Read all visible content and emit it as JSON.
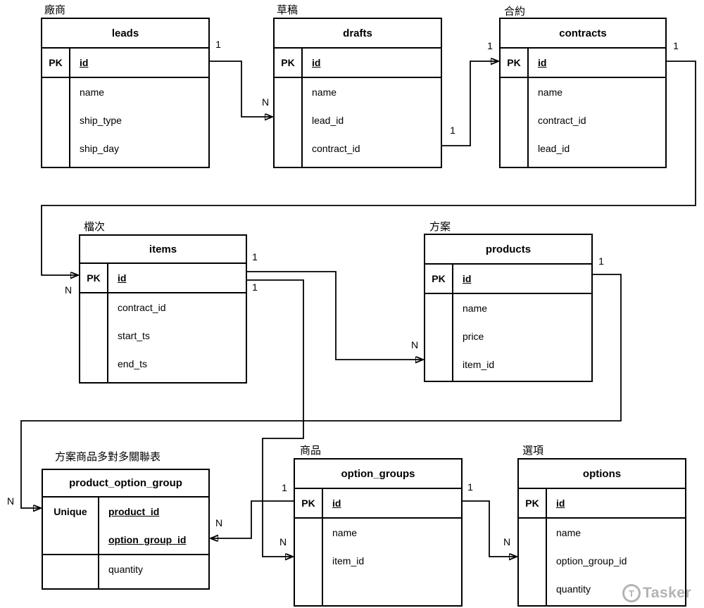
{
  "canvas": {
    "background": "#ffffff",
    "line_color": "#000000"
  },
  "tables": [
    {
      "id": "leads",
      "label": "廠商",
      "title": "leads",
      "key_label": "PK",
      "key_fields": [
        "id"
      ],
      "fields": [
        "name",
        "ship_type",
        "ship_day"
      ]
    },
    {
      "id": "drafts",
      "label": "草稿",
      "title": "drafts",
      "key_label": "PK",
      "key_fields": [
        "id"
      ],
      "fields": [
        "name",
        "lead_id",
        "contract_id"
      ]
    },
    {
      "id": "contracts",
      "label": "合約",
      "title": "contracts",
      "key_label": "PK",
      "key_fields": [
        "id"
      ],
      "fields": [
        "name",
        "contract_id",
        "lead_id"
      ]
    },
    {
      "id": "items",
      "label": "檔次",
      "title": "items",
      "key_label": "PK",
      "key_fields": [
        "id"
      ],
      "fields": [
        "contract_id",
        "start_ts",
        "end_ts"
      ]
    },
    {
      "id": "products",
      "label": "方案",
      "title": "products",
      "key_label": "PK",
      "key_fields": [
        "id"
      ],
      "fields": [
        "name",
        "price",
        "item_id"
      ]
    },
    {
      "id": "product_option_group",
      "label": "方案商品多對多關聯表",
      "title": "product_option_group",
      "key_label": "Unique",
      "key_fields": [
        "product_id",
        "option_group_id"
      ],
      "fields": [
        "quantity"
      ]
    },
    {
      "id": "option_groups",
      "label": "商品",
      "title": "option_groups",
      "key_label": "PK",
      "key_fields": [
        "id"
      ],
      "fields": [
        "name",
        "item_id"
      ]
    },
    {
      "id": "options",
      "label": "選項",
      "title": "options",
      "key_label": "PK",
      "key_fields": [
        "id"
      ],
      "fields": [
        "name",
        "option_group_id",
        "quantity"
      ]
    }
  ],
  "connections": [
    {
      "from": "leads",
      "to": "drafts",
      "from_card": "1",
      "to_card": "N"
    },
    {
      "from": "drafts",
      "to": "contracts",
      "from_card": "1",
      "to_card": "1"
    },
    {
      "from": "contracts",
      "to": "items",
      "from_card": "1",
      "to_card": "N"
    },
    {
      "from": "items",
      "to": "products",
      "from_card": "1",
      "to_card": "N"
    },
    {
      "from": "items",
      "to": "option_groups",
      "from_card": "1",
      "to_card": "N"
    },
    {
      "from": "products",
      "to": "product_option_group",
      "from_card": "1",
      "to_card": "N"
    },
    {
      "from": "option_groups",
      "to": "product_option_group",
      "from_card": "1",
      "to_card": "N"
    },
    {
      "from": "option_groups",
      "to": "options",
      "from_card": "1",
      "to_card": "N"
    }
  ],
  "watermark": {
    "text": "Tasker",
    "logo_letter": "T",
    "color": "#b3b3b3"
  }
}
